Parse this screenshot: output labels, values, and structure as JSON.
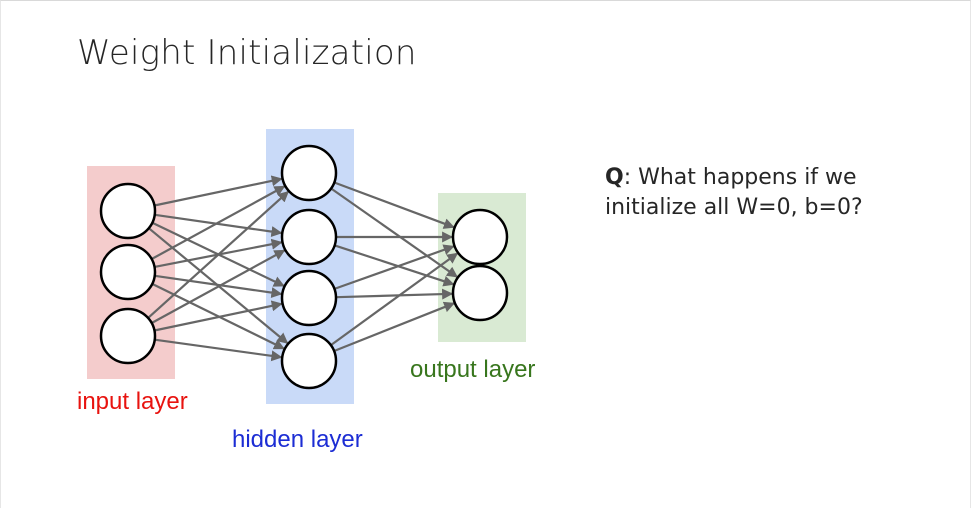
{
  "slide": {
    "title": "Weight Initialization",
    "question": {
      "label": "Q",
      "text": ": What happens if we initialize all W=0, b=0?"
    }
  },
  "network": {
    "layers": [
      {
        "label": "input layer",
        "neurons": 3,
        "color": "#e8130f",
        "fill": "#f4cccc"
      },
      {
        "label": "hidden layer",
        "neurons": 4,
        "color": "#1c2dd4",
        "fill": "#c9daf8"
      },
      {
        "label": "output layer",
        "neurons": 2,
        "color": "#38761d",
        "fill": "#d9ead3"
      }
    ],
    "edge_color": "#666666"
  }
}
